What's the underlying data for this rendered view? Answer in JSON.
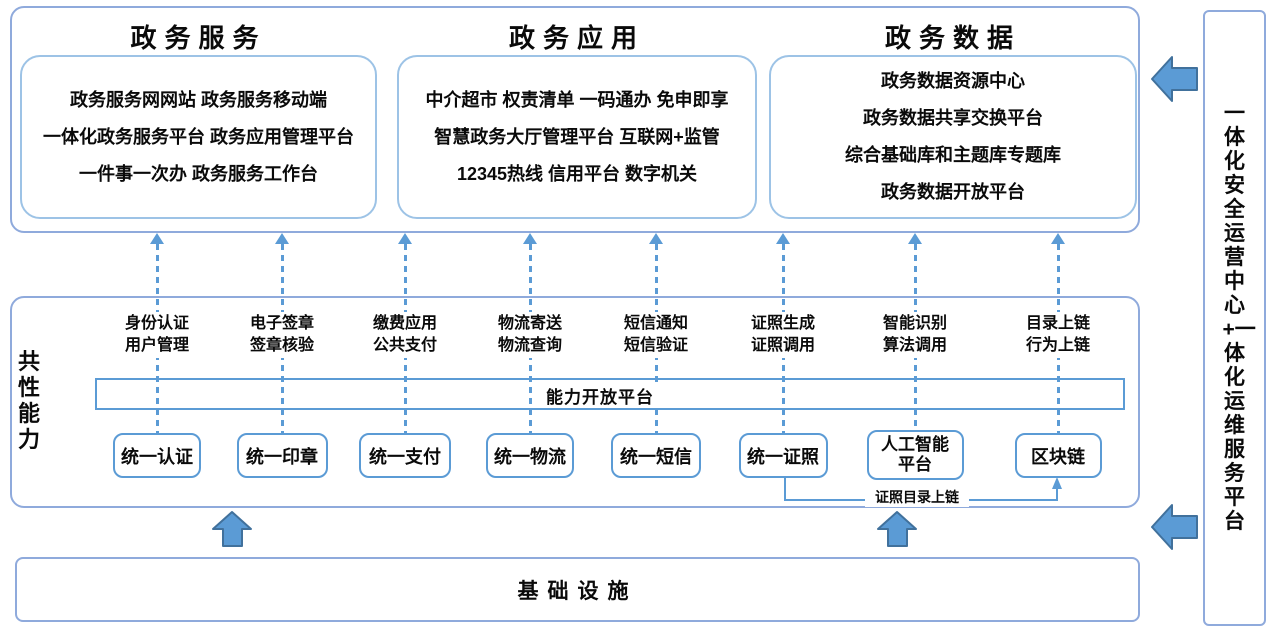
{
  "top": {
    "sections": [
      {
        "title": "政务服务",
        "lines": [
          "政务服务网网站 政务服务移动端",
          "一体化政务服务平台 政务应用管理平台",
          "一件事一次办 政务服务工作台"
        ]
      },
      {
        "title": "政务应用",
        "lines": [
          "中介超市 权责清单 一码通办 免申即享",
          "智慧政务大厅管理平台 互联网+监管",
          "12345热线 信用平台 数字机关"
        ]
      },
      {
        "title": "政务数据",
        "lines": [
          "政务数据资源中心",
          "政务数据共享交换平台",
          "综合基础库和主题库专题库",
          "政务数据开放平台"
        ]
      }
    ]
  },
  "middle": {
    "side_label": "共性能力",
    "platform_bar": "能力开放平台",
    "connector_label": "证照目录上链",
    "columns": [
      {
        "label_line1": "身份认证",
        "label_line2": "用户管理",
        "box": "统一认证"
      },
      {
        "label_line1": "电子签章",
        "label_line2": "签章核验",
        "box": "统一印章"
      },
      {
        "label_line1": "缴费应用",
        "label_line2": "公共支付",
        "box": "统一支付"
      },
      {
        "label_line1": "物流寄送",
        "label_line2": "物流查询",
        "box": "统一物流"
      },
      {
        "label_line1": "短信通知",
        "label_line2": "短信验证",
        "box": "统一短信"
      },
      {
        "label_line1": "证照生成",
        "label_line2": "证照调用",
        "box": "统一证照"
      },
      {
        "label_line1": "智能识别",
        "label_line2": "算法调用",
        "box": "人工智能平台"
      },
      {
        "label_line1": "目录上链",
        "label_line2": "行为上链",
        "box": "区块链"
      }
    ]
  },
  "bottom": {
    "label": "基础设施"
  },
  "right_panel": {
    "label": "一体化安全运营中心+一体化运维服务平台"
  },
  "colors": {
    "container_border": "#8FAADC",
    "inner_box_border": "#9DC3E6",
    "accent_blue": "#5B9BD5",
    "arrow_outline": "#41719C",
    "text": "#0A0A0A"
  }
}
